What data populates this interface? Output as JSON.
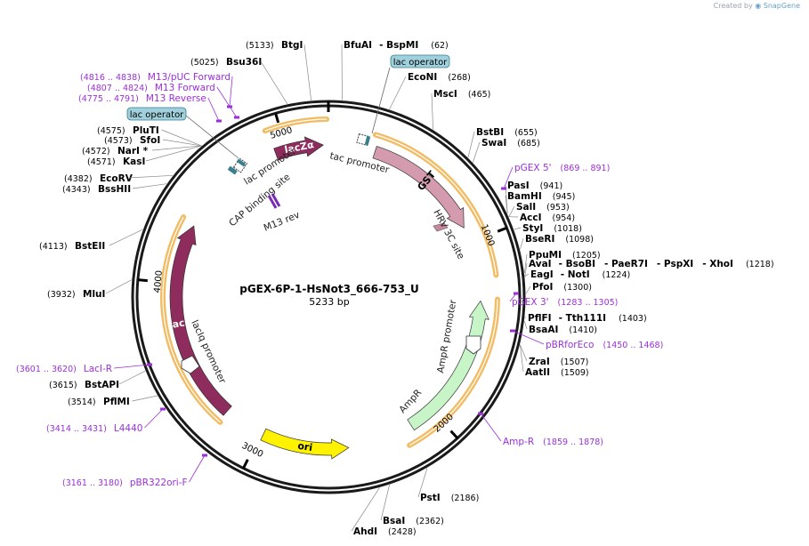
{
  "brand": {
    "created_by": "Created by",
    "name": "SnapGene"
  },
  "plasmid": {
    "name": "pGEX-6P-1-HsNot3_666-753_U",
    "size_label": "5233 bp",
    "length": 5233
  },
  "colors": {
    "backbone": "#1a1a1a",
    "lacZa": "#8e2c5e",
    "lacI": "#8e2c5e",
    "GST": "#d49aae",
    "AmpR": "#c8f5c8",
    "ori": "#fff200",
    "primer": "#9b30d9",
    "promoter_box": "#ffffff",
    "orf_glow": "#f0b04a",
    "lac_operator": "#9fd0dc"
  },
  "ticks": [
    {
      "pos": 1000,
      "label": "1000"
    },
    {
      "pos": 2000,
      "label": "2000"
    },
    {
      "pos": 3000,
      "label": "3000"
    },
    {
      "pos": 4000,
      "label": "4000"
    },
    {
      "pos": 5000,
      "label": "5000"
    }
  ],
  "features": [
    {
      "name": "lacZα",
      "type": "gene",
      "start": 4940,
      "end": 5205,
      "color": "#8e2c5e",
      "text_color": "#ffffff",
      "strand": 1,
      "label_inside": true
    },
    {
      "name": "GST",
      "type": "gene",
      "start": 258,
      "end": 915,
      "color": "#d49aae",
      "text_color": "#000000",
      "strand": 1,
      "label_inside": true
    },
    {
      "name": "lacI",
      "type": "gene",
      "start": 3220,
      "end": 4330,
      "color": "#8e2c5e",
      "text_color": "#ffffff",
      "strand": 1,
      "label_inside": true
    },
    {
      "name": "AmpR",
      "type": "gene",
      "start": 1330,
      "end": 2140,
      "color": "#c8f5c8",
      "text_color": "#000000",
      "strand": -1,
      "label_inside": false
    },
    {
      "name": "ori",
      "type": "rep_origin",
      "start": 2505,
      "end": 2985,
      "color": "#fff200",
      "text_color": "#000000",
      "strand": -1,
      "label_inside": true
    }
  ],
  "feature_labels": [
    {
      "text": "tac promoter"
    },
    {
      "text": "HRV 3C site"
    },
    {
      "text": "AmpR promoter"
    },
    {
      "text": "AmpR"
    },
    {
      "text": "lacIq promoter"
    },
    {
      "text": "lac promoter"
    },
    {
      "text": "CAP binding site"
    },
    {
      "text": "M13 rev"
    },
    {
      "text": "lac operator"
    },
    {
      "text": "lac operator"
    }
  ],
  "enzymes": [
    {
      "name": "BtgI",
      "pos": "(5133)",
      "seg": "",
      "side": "left",
      "angle": -5
    },
    {
      "name": "Bsu36I",
      "pos": "(5025)",
      "seg": "",
      "side": "left",
      "angle": -12
    },
    {
      "name": "PluTI",
      "pos": "(4575)",
      "seg": "",
      "side": "left",
      "angle": -40
    },
    {
      "name": "SfoI",
      "pos": "(4573)",
      "seg": "",
      "side": "left",
      "angle": -40
    },
    {
      "name": "NarI *",
      "pos": "(4572)",
      "seg": "",
      "side": "left",
      "angle": -40
    },
    {
      "name": "KasI",
      "pos": "(4571)",
      "seg": "",
      "side": "left",
      "angle": -40
    },
    {
      "name": "EcoRV",
      "pos": "(4382)",
      "seg": "",
      "side": "left",
      "angle": -52
    },
    {
      "name": "BssHII",
      "pos": "(4343)",
      "seg": "",
      "side": "left",
      "angle": -55
    },
    {
      "name": "BstEII",
      "pos": "(4113)",
      "seg": "",
      "side": "left",
      "angle": -70
    },
    {
      "name": "MluI",
      "pos": "(3932)",
      "seg": "",
      "side": "left",
      "angle": -85
    },
    {
      "name": "BstAPI",
      "pos": "(3615)",
      "seg": "",
      "side": "left",
      "angle": -112
    },
    {
      "name": "PflMI",
      "pos": "(3514)",
      "seg": "",
      "side": "left",
      "angle": -120
    },
    {
      "name": "AhdI",
      "pos": "(2428)",
      "seg": "",
      "side": "bottom",
      "angle": 165
    },
    {
      "name": "BsaI",
      "pos": "(2362)",
      "seg": "",
      "side": "bottom",
      "angle": 162
    },
    {
      "name": "PstI",
      "pos": "(2186)",
      "seg": "",
      "side": "right",
      "angle": 150
    },
    {
      "name": "BfuAI",
      "pos": "",
      "seg": "BspMI",
      "segpos": "(62)",
      "side": "top",
      "angle": 4
    },
    {
      "name": "EcoNI",
      "pos": "(268)",
      "seg": "",
      "side": "right",
      "angle": 18
    },
    {
      "name": "MscI",
      "pos": "(465)",
      "seg": "",
      "side": "right",
      "angle": 32
    },
    {
      "name": "BstBI",
      "pos": "(655)",
      "seg": "",
      "side": "right",
      "angle": 45
    },
    {
      "name": "SwaI",
      "pos": "(685)",
      "seg": "",
      "side": "right",
      "angle": 47
    },
    {
      "name": "PasI",
      "pos": "(941)",
      "seg": "",
      "side": "right",
      "angle": 65
    },
    {
      "name": "BamHI",
      "pos": "(945)",
      "seg": "",
      "side": "right",
      "angle": 65
    },
    {
      "name": "SalI",
      "pos": "(953)",
      "seg": "",
      "side": "right",
      "angle": 66
    },
    {
      "name": "AccI",
      "pos": "(954)",
      "seg": "",
      "side": "right",
      "angle": 66
    },
    {
      "name": "StyI",
      "pos": "(1018)",
      "seg": "",
      "side": "right",
      "angle": 70
    },
    {
      "name": "BseRI",
      "pos": "(1098)",
      "seg": "",
      "side": "right",
      "angle": 76
    },
    {
      "name": "PpuMI",
      "pos": "(1205)",
      "seg": "",
      "side": "right",
      "angle": 83
    },
    {
      "name": "AvaI",
      "pos": "",
      "seg": "BsoBI",
      "seg2": "PaeR7I",
      "seg3": "PspXI",
      "seg4": "XhoI",
      "segpos": "(1218)",
      "side": "right",
      "angle": 84
    },
    {
      "name": "EagI",
      "pos": "",
      "seg": "NotI",
      "segpos": "(1224)",
      "side": "right",
      "angle": 84
    },
    {
      "name": "PfoI",
      "pos": "(1300)",
      "seg": "",
      "side": "right",
      "angle": 89
    },
    {
      "name": "PflFI",
      "pos": "",
      "seg": "Tth111I",
      "segpos": "(1403)",
      "side": "right",
      "angle": 96
    },
    {
      "name": "BsaAI",
      "pos": "(1410)",
      "seg": "",
      "side": "right",
      "angle": 97
    },
    {
      "name": "ZraI",
      "pos": "(1507)",
      "seg": "",
      "side": "right",
      "angle": 104
    },
    {
      "name": "AatII",
      "pos": "(1509)",
      "seg": "",
      "side": "right",
      "angle": 104
    }
  ],
  "primers": [
    {
      "name": "M13/pUC Forward",
      "range": "(4816 .. 4838)",
      "side": "left"
    },
    {
      "name": "M13 Forward",
      "range": "(4807 .. 4824)",
      "side": "left"
    },
    {
      "name": "M13 Reverse",
      "range": "(4775 .. 4791)",
      "side": "left"
    },
    {
      "name": "pGEX 5'",
      "range": "(869 .. 891)",
      "side": "right"
    },
    {
      "name": "pGEX 3'",
      "range": "(1283 .. 1305)",
      "side": "right"
    },
    {
      "name": "pBRforEco",
      "range": "(1450 .. 1468)",
      "side": "right"
    },
    {
      "name": "Amp-R",
      "range": "(1859 .. 1878)",
      "side": "right"
    },
    {
      "name": "LacI-R",
      "range": "(3601 .. 3620)",
      "side": "left"
    },
    {
      "name": "L4440",
      "range": "(3414 .. 3431)",
      "side": "left"
    },
    {
      "name": "pBR322ori-F",
      "range": "(3161 .. 3180)",
      "side": "left"
    }
  ]
}
